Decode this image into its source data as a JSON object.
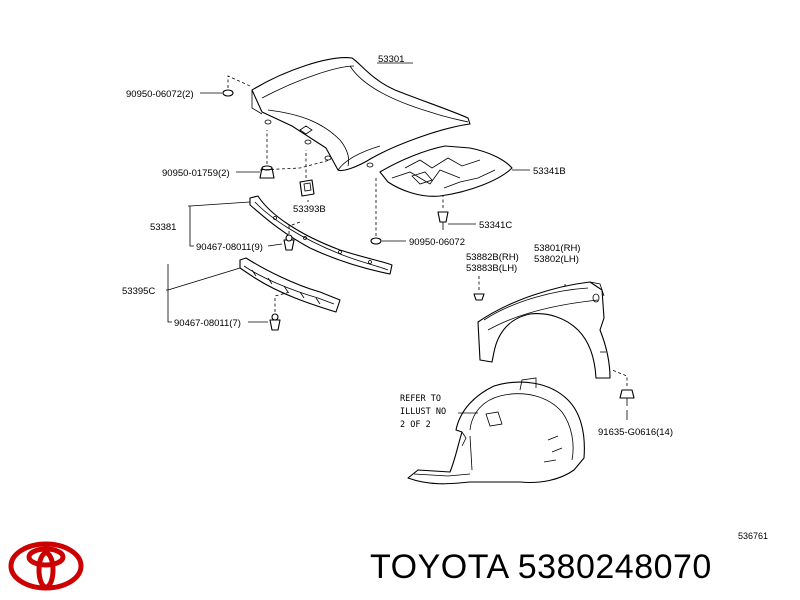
{
  "labels": {
    "l53301": "53301",
    "l90950_06072_2": "90950-06072(2)",
    "l90950_01759_2": "90950-01759(2)",
    "l53393B": "53393B",
    "l53341B": "53341B",
    "l53341C": "53341C",
    "l90950_06072": "90950-06072",
    "l53381": "53381",
    "l90467_08011_9": "90467-08011(9)",
    "l53882B": "53882B(RH)",
    "l53883B": "53883B(LH)",
    "l53801": "53801(RH)",
    "l53802": "53802(LH)",
    "l53395C": "53395C",
    "l90467_08011_7": "90467-08011(7)",
    "refer1": "REFER TO",
    "refer2": "ILLUST NO",
    "refer3": "2 OF 2",
    "l91635": "91635-G0616(14)"
  },
  "footer": {
    "illustration_code": "536761",
    "brand": "TOYOTA",
    "part_number": "5380248070"
  },
  "colors": {
    "logo": "#cc0000",
    "ink": "#000000"
  },
  "icons": {
    "logo": "toyota-logo-icon"
  }
}
